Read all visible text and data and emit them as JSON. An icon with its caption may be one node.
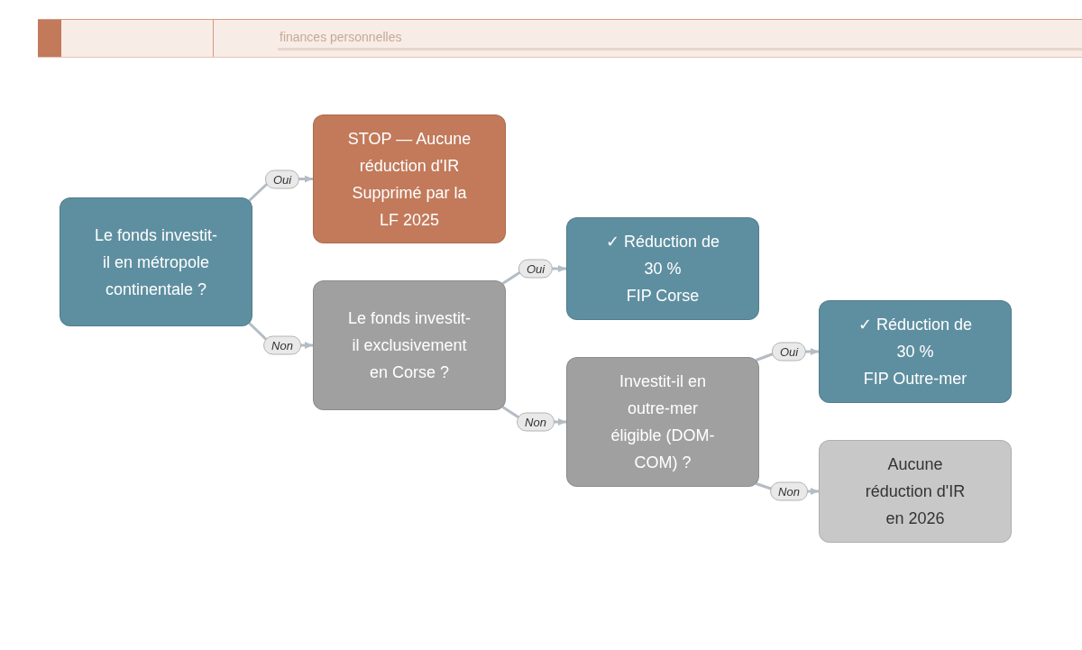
{
  "diagram": {
    "nodes": [
      {
        "text": [
          "Le fonds investit-il en métropole continentale ?"
        ]
      },
      {
        "text": [
          "STOP — Aucune réduction d'IR",
          "Supprimé par la LF 2025"
        ]
      },
      {
        "text": [
          "Le fonds investit-il exclusivement en Corse ?"
        ]
      },
      {
        "text": [
          "✓ Réduction de 30 %",
          "FIP Corse"
        ]
      },
      {
        "text": [
          "Investit-il en outre-mer éligible (DOM-COM) ?"
        ]
      },
      {
        "text": [
          "✓ Réduction de 30 %",
          "FIP Outre-mer"
        ]
      },
      {
        "text": [
          "Aucune réduction d'IR en 2026"
        ]
      }
    ],
    "edges": [
      {
        "from": 0,
        "to": 1,
        "arrow": "to",
        "label": "Oui"
      },
      {
        "from": 0,
        "to": 2,
        "arrow": "to",
        "label": "Non"
      },
      {
        "from": 2,
        "to": 3,
        "arrow": "to",
        "label": "Oui"
      },
      {
        "from": 2,
        "to": 4,
        "arrow": "to",
        "label": "Non"
      },
      {
        "from": 4,
        "to": 5,
        "arrow": "to",
        "label": "Oui"
      },
      {
        "from": 4,
        "to": 6,
        "arrow": "to",
        "label": "Non"
      }
    ],
    "labels": [
      "finances personnelles"
    ]
  }
}
